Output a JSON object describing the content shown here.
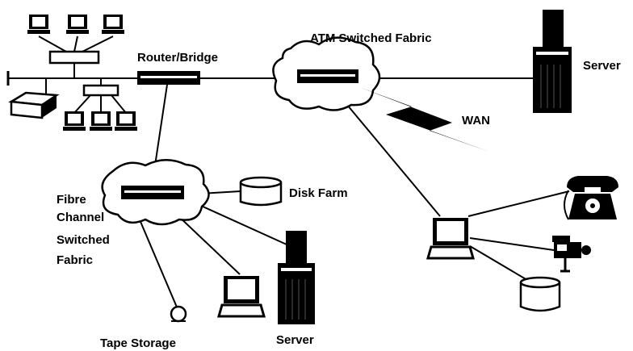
{
  "labels": {
    "router_bridge": "Router/Bridge",
    "atm_fabric": "ATM Switched Fabric",
    "server_top": "Server",
    "wan": "WAN",
    "fibre_line1": "Fibre",
    "fibre_line2": "Channel",
    "fibre_line3": "Switched",
    "fibre_line4": "Fabric",
    "disk_farm": "Disk Farm",
    "tape_storage": "Tape Storage",
    "server_bottom": "Server"
  }
}
